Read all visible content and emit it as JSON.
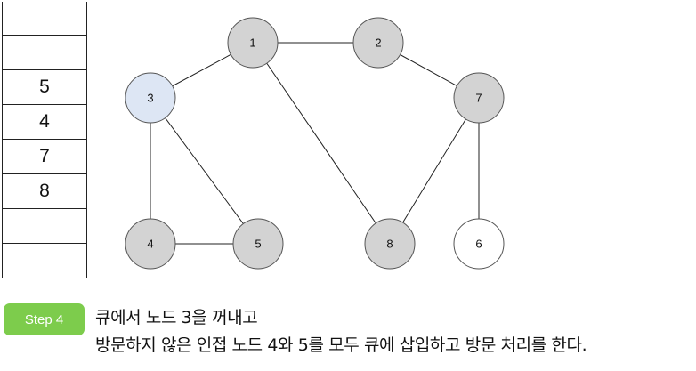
{
  "queue": {
    "cells": [
      "",
      "",
      "5",
      "4",
      "7",
      "8",
      "",
      ""
    ]
  },
  "graph": {
    "nodes": [
      {
        "id": "1",
        "label": "1",
        "state": "visited"
      },
      {
        "id": "2",
        "label": "2",
        "state": "visited"
      },
      {
        "id": "3",
        "label": "3",
        "state": "current"
      },
      {
        "id": "4",
        "label": "4",
        "state": "visited"
      },
      {
        "id": "5",
        "label": "5",
        "state": "visited"
      },
      {
        "id": "7",
        "label": "7",
        "state": "visited"
      },
      {
        "id": "8",
        "label": "8",
        "state": "visited"
      },
      {
        "id": "6",
        "label": "6",
        "state": "unvisited"
      }
    ],
    "edges": [
      [
        "1",
        "2"
      ],
      [
        "1",
        "3"
      ],
      [
        "1",
        "8"
      ],
      [
        "2",
        "7"
      ],
      [
        "3",
        "4"
      ],
      [
        "3",
        "5"
      ],
      [
        "4",
        "5"
      ],
      [
        "7",
        "8"
      ],
      [
        "7",
        "6"
      ]
    ],
    "colors": {
      "visited": "#d3d3d3",
      "current": "#dde6f4",
      "unvisited": "#ffffff",
      "stroke": "#555555",
      "edge": "#222222"
    }
  },
  "caption": {
    "step_label": "Step 4",
    "line1": "큐에서 노드 3을 꺼내고",
    "line2": "방문하지 않은 인접 노드 4와 5를 모두 큐에 삽입하고 방문 처리를 한다."
  }
}
